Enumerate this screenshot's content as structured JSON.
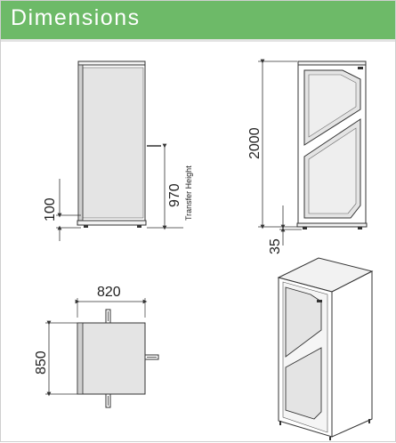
{
  "header": {
    "title": "Dimensions"
  },
  "side_view": {
    "dimensions": {
      "base_clearance": "100",
      "transfer_height": "970"
    },
    "transfer_label": "Transfer Height"
  },
  "front_view": {
    "dimensions": {
      "height": "2000",
      "foot": "35"
    }
  },
  "top_view": {
    "dimensions": {
      "width": "820",
      "depth": "850"
    }
  },
  "colors": {
    "header_bg": "#6dba68",
    "panel_fill": "#e4e4e4",
    "line": "#333333"
  }
}
